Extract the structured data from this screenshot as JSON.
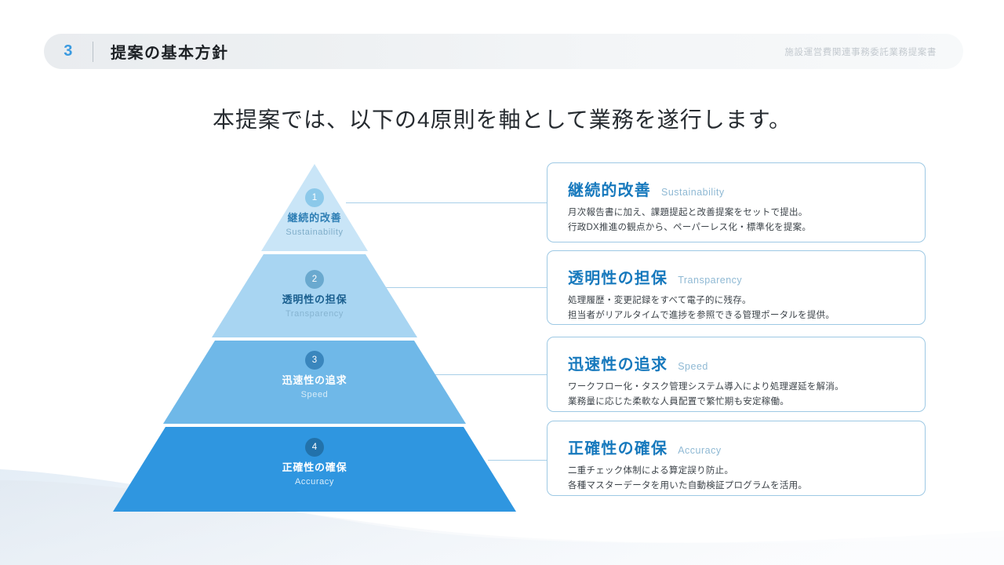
{
  "header": {
    "section_number": "3",
    "title": "提案の基本方針",
    "document_name": "施設運営費関連事務委託業務提案書"
  },
  "lead": "本提案では、以下の4原則を軸として業務を遂行します。",
  "colors": {
    "accent": "#3a9ae0",
    "card_title": "#1779bd",
    "card_border": "#9ec9e4",
    "connector": "#a8cfe8",
    "layer1": "#c9e5f7",
    "layer2": "#a8d5f2",
    "layer3": "#6fb8e8",
    "layer4": "#2f96e0"
  },
  "pyramid": {
    "layers": [
      {
        "number": "1",
        "ja": "継続的改善",
        "en": "Sustainability",
        "fill": "#c9e5f7",
        "badge_fill": "#8cc9ea",
        "text_color": "#2f7fb5",
        "en_color": "#7fadc9"
      },
      {
        "number": "2",
        "ja": "透明性の担保",
        "en": "Transparency",
        "fill": "#a8d5f2",
        "badge_fill": "#6aa9cf",
        "text_color": "#1a5f8f",
        "en_color": "#86b4d1"
      },
      {
        "number": "3",
        "ja": "迅速性の追求",
        "en": "Speed",
        "fill": "#6fb8e8",
        "badge_fill": "#3a86bd",
        "text_color": "#ffffff",
        "en_color": "#d8ecf8"
      },
      {
        "number": "4",
        "ja": "正確性の確保",
        "en": "Accuracy",
        "fill": "#2f96e0",
        "badge_fill": "#2272ab",
        "text_color": "#ffffff",
        "en_color": "#dbeefb"
      }
    ]
  },
  "cards": [
    {
      "ja": "継続的改善",
      "en": "Sustainability",
      "line1": "月次報告書に加え、課題提起と改善提案をセットで提出。",
      "line2": "行政DX推進の観点から、ペーパーレス化・標準化を提案。"
    },
    {
      "ja": "透明性の担保",
      "en": "Transparency",
      "line1": "処理履歴・変更記録をすべて電子的に残存。",
      "line2": "担当者がリアルタイムで進捗を参照できる管理ポータルを提供。"
    },
    {
      "ja": "迅速性の追求",
      "en": "Speed",
      "line1": "ワークフロー化・タスク管理システム導入により処理遅延を解消。",
      "line2": "業務量に応じた柔軟な人員配置で繁忙期も安定稼働。"
    },
    {
      "ja": "正確性の確保",
      "en": "Accuracy",
      "line1": "二重チェック体制による算定誤り防止。",
      "line2": "各種マスターデータを用いた自動検証プログラムを活用。"
    }
  ]
}
